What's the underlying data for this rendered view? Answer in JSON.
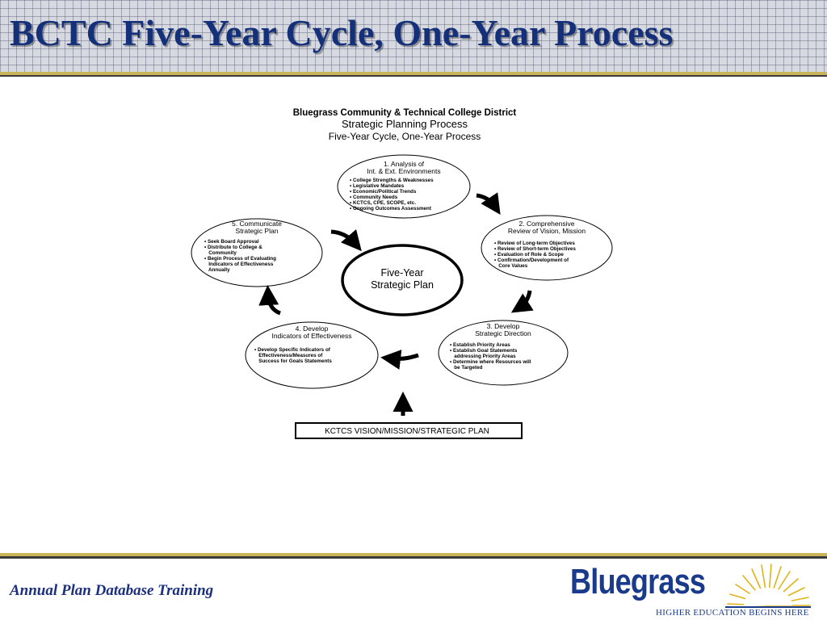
{
  "header": {
    "title": "BCTC Five-Year Cycle, One-Year Process"
  },
  "diagram": {
    "heading_lines": [
      "Bluegrass Community & Technical College District",
      "Strategic Planning Process",
      "Five-Year Cycle, One-Year Process"
    ],
    "center_lines": [
      "Five-Year",
      "Strategic Plan"
    ],
    "nodes": [
      {
        "title_lines": [
          "1. Analysis of",
          "Int. & Ext. Environments"
        ],
        "bullets": [
          "• College Strengths & Weaknesses",
          "• Legislative Mandates",
          "• Economic/Political Trends",
          "• Community Needs",
          "• KCTCS, CPE, SCOPE, etc.",
          "• Ongoing Outcomes Assessment"
        ]
      },
      {
        "title_lines": [
          "2. Comprehensive",
          "Review of Vision, Mission"
        ],
        "bullets": [
          "• Review of Long-term Objectives",
          "• Review of Short-term Objectives",
          "• Evaluation of Role & Scope",
          "• Confirmation/Development of",
          "   Core Values"
        ]
      },
      {
        "title_lines": [
          "3. Develop",
          "Strategic Direction"
        ],
        "bullets": [
          "• Establish Priority Areas",
          "• Establish Goal Statements",
          "   addressing Priority Areas",
          "• Determine where Resources will",
          "   be Targeted"
        ]
      },
      {
        "title_lines": [
          "4. Develop",
          "Indicators of Effectiveness"
        ],
        "bullets": [
          "• Develop Specific Indicators of",
          "   Effectiveness/Measures of",
          "   Success for Goals Statements"
        ]
      },
      {
        "title_lines": [
          "5. Communicate",
          "Strategic Plan"
        ],
        "bullets": [
          "• Seek Board Approval",
          "• Distribute to College &",
          "   Community",
          "• Begin Process of Evaluating",
          "   Indicators of Effectiveness",
          "   Annually"
        ]
      }
    ],
    "input_box": "KCTCS VISION/MISSION/STRATEGIC PLAN"
  },
  "footer": {
    "left_text": "Annual Plan Database Training",
    "logo_word": "Bluegrass",
    "logo_tagline": "HIGHER EDUCATION BEGINS HERE"
  },
  "colors": {
    "title": "#14307a",
    "gold_rule": "#c9b45a",
    "logo_blue": "#1a3a8c",
    "logo_gold": "#e2b316"
  },
  "icons": {
    "cycle_arrow": "curved-arrow-icon",
    "input_arrow": "up-arrow-icon",
    "logo_mark": "sunburst-icon"
  }
}
